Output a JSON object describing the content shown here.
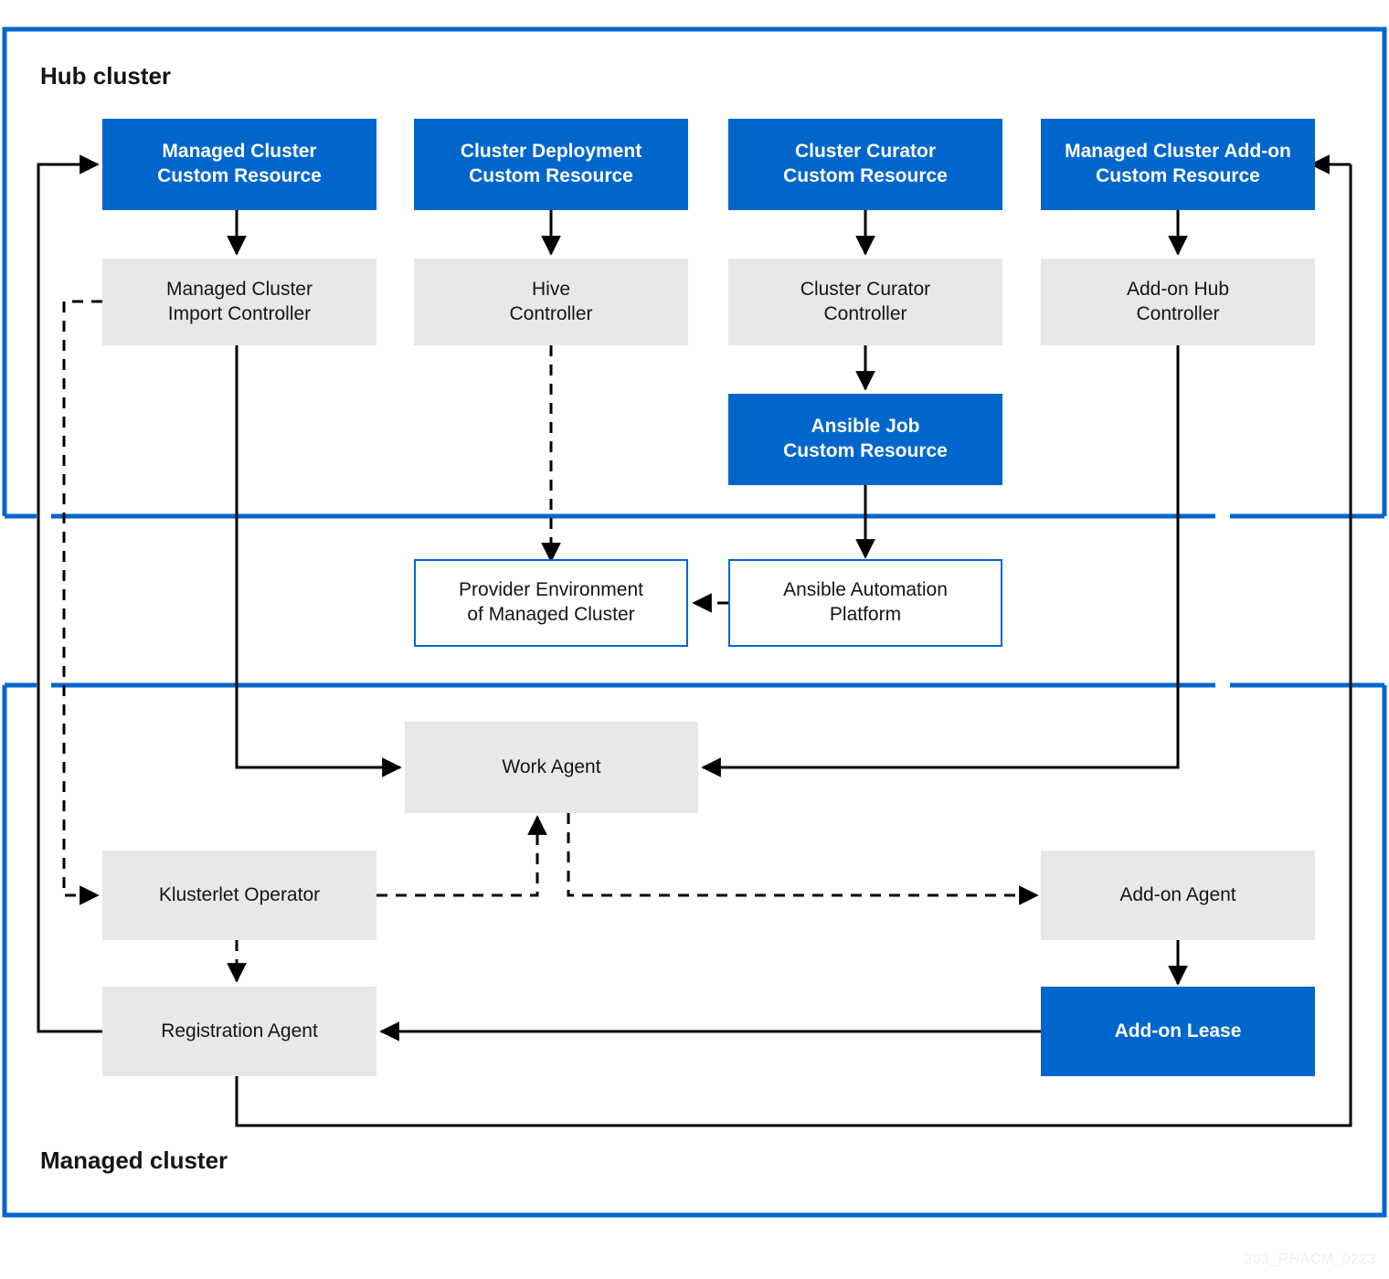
{
  "diagram": {
    "title_hub": "Hub cluster",
    "title_managed": "Managed cluster",
    "watermark": "303_RHACM_0223",
    "colors": {
      "blue": "#0066CC",
      "gray": "#E8E8E8",
      "text": "#151515",
      "line": "#000000"
    },
    "nodes": {
      "managed_cluster_cr": "Managed Cluster\nCustom Resource",
      "cluster_deployment_cr": "Cluster Deployment\nCustom Resource",
      "cluster_curator_cr": "Cluster Curator\nCustom Resource",
      "managed_cluster_addon_cr": "Managed Cluster Add-on\nCustom Resource",
      "managed_cluster_import_controller": "Managed Cluster\nImport Controller",
      "hive_controller": "Hive\nController",
      "cluster_curator_controller": "Cluster Curator\nController",
      "addon_hub_controller": "Add-on Hub\nController",
      "ansible_job_cr": "Ansible Job\nCustom Resource",
      "provider_environment": "Provider Environment\nof Managed Cluster",
      "ansible_automation_platform": "Ansible Automation\nPlatform",
      "work_agent": "Work Agent",
      "klusterlet_operator": "Klusterlet Operator",
      "registration_agent": "Registration Agent",
      "addon_agent": "Add-on Agent",
      "addon_lease": "Add-on Lease"
    }
  }
}
